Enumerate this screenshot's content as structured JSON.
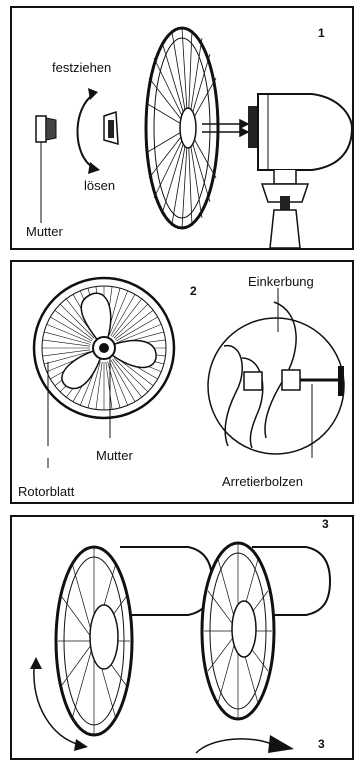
{
  "panel1": {
    "number": "1",
    "tighten": "festziehen",
    "loosen": "lösen",
    "nut": "Mutter"
  },
  "panel2": {
    "number": "2",
    "notch": "Einkerbung",
    "nut": "Mutter",
    "locking_bolt": "Arretierbolzen",
    "rotor_blade": "Rotorblatt"
  },
  "panel3": {
    "number_top": "3",
    "number_bottom": "3"
  }
}
